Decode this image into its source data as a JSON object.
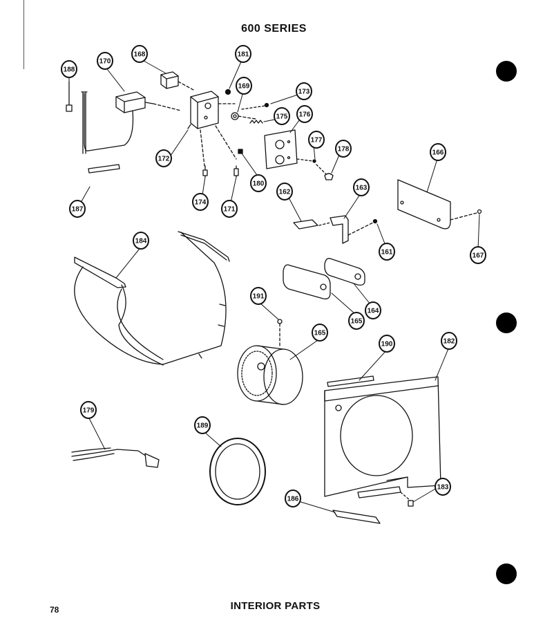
{
  "header": {
    "series_title": "600 SERIES"
  },
  "footer": {
    "section_title": "INTERIOR PARTS",
    "page_number": "78"
  },
  "callouts": [
    {
      "id": "c188",
      "text": "188"
    },
    {
      "id": "c170",
      "text": "170"
    },
    {
      "id": "c168",
      "text": "168"
    },
    {
      "id": "c181",
      "text": "181"
    },
    {
      "id": "c169",
      "text": "169"
    },
    {
      "id": "c173",
      "text": "173"
    },
    {
      "id": "c175",
      "text": "175"
    },
    {
      "id": "c176",
      "text": "176"
    },
    {
      "id": "c177",
      "text": "177"
    },
    {
      "id": "c178",
      "text": "178"
    },
    {
      "id": "c172",
      "text": "172"
    },
    {
      "id": "c174",
      "text": "174"
    },
    {
      "id": "c171",
      "text": "171"
    },
    {
      "id": "c180",
      "text": "180"
    },
    {
      "id": "c187",
      "text": "187"
    },
    {
      "id": "c166",
      "text": "166"
    },
    {
      "id": "c162",
      "text": "162"
    },
    {
      "id": "c163",
      "text": "163"
    },
    {
      "id": "c161",
      "text": "161"
    },
    {
      "id": "c167",
      "text": "167"
    },
    {
      "id": "c184",
      "text": "184"
    },
    {
      "id": "c191",
      "text": "191"
    },
    {
      "id": "c165a",
      "text": "165"
    },
    {
      "id": "c164",
      "text": "164"
    },
    {
      "id": "c165b",
      "text": "165"
    },
    {
      "id": "c190",
      "text": "190"
    },
    {
      "id": "c182",
      "text": "182"
    },
    {
      "id": "c179",
      "text": "179"
    },
    {
      "id": "c189",
      "text": "189"
    },
    {
      "id": "c186",
      "text": "186"
    },
    {
      "id": "c183",
      "text": "183"
    }
  ]
}
